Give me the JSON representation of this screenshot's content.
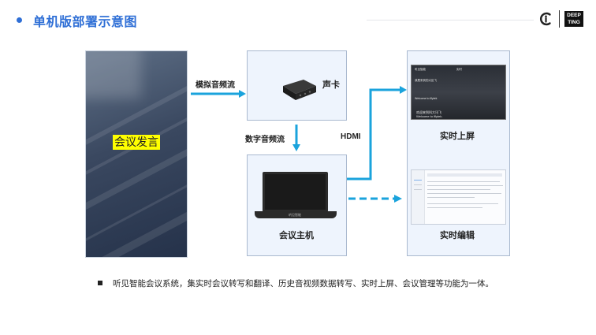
{
  "header": {
    "title": "单机版部署示意图",
    "logo_text_line1": "DEEP",
    "logo_text_line2": "TING"
  },
  "diagram": {
    "meeting_label": "会议发言",
    "soundcard_label": "声卡",
    "host_label": "会议主机",
    "realtime_screen_label": "实时上屏",
    "realtime_edit_label": "实时编辑",
    "arrow_analog_label": "模拟音频流",
    "arrow_digital_label": "数字音频流",
    "arrow_hdmi_label": "HDMI",
    "screen_mock": {
      "app_name": "听见智能",
      "center_top": "实时",
      "line_cn_1": "我是来到的大区飞",
      "line_en_1": "Welcome to iflytek",
      "line_cn_2": "欢迎来到科大讯飞",
      "line_en_2": "Welcome to iflytek."
    }
  },
  "footer": {
    "text": "听见智能会议系统，集实时会议转写和翻译、历史音视频数据转写、实时上屏、会议管理等功能为一体。"
  },
  "colors": {
    "title_blue": "#2f6fd6",
    "arrow_blue": "#1aa3dc",
    "box_fill": "#eef4fd",
    "box_border": "#a9b9cf",
    "highlight_yellow": "#ffff00"
  }
}
